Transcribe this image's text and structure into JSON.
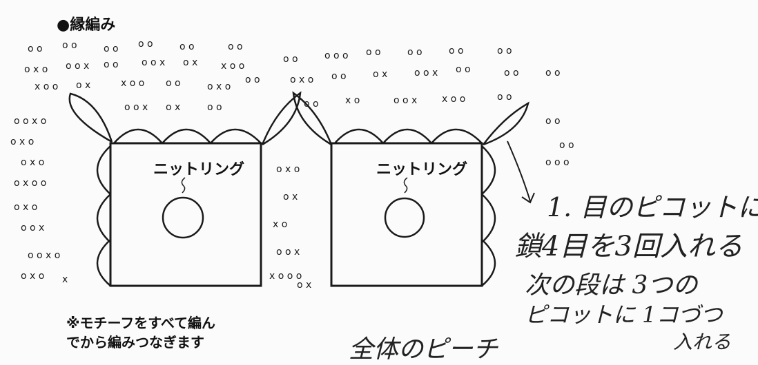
{
  "diagram": {
    "title": "●縁編み",
    "motifs": [
      {
        "label": "ニットリング"
      },
      {
        "label": "ニットリング"
      }
    ],
    "note_lines": [
      "※モチーフをすべて編ん",
      "でから編みつなぎます"
    ],
    "handwritten": {
      "line1": "1. 目のピコットに",
      "line2": "鎖4目を3回入れる",
      "line3": "次の段は 3つの",
      "line4": "ピコットに 1コづつ",
      "line5": "全体のピーチ",
      "line6": "入れる"
    },
    "colors": {
      "ink": "#1a1a1a",
      "paper": "#fbfbfb"
    }
  }
}
